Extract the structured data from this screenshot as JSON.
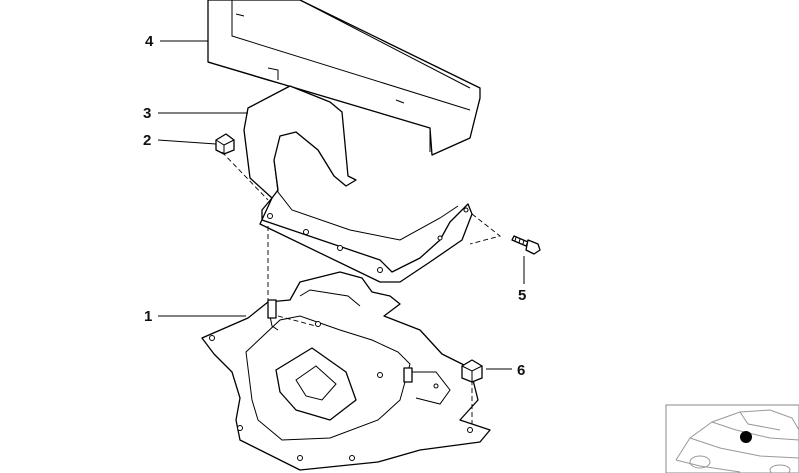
{
  "diagram": {
    "callouts": [
      {
        "id": "1",
        "label": "1"
      },
      {
        "id": "2",
        "label": "2"
      },
      {
        "id": "3",
        "label": "3"
      },
      {
        "id": "4",
        "label": "4"
      },
      {
        "id": "5",
        "label": "5"
      },
      {
        "id": "6",
        "label": "6"
      }
    ]
  },
  "colors": {
    "line": "#000000",
    "background": "#ffffff",
    "inset_line": "#999999",
    "marker": "#000000"
  }
}
